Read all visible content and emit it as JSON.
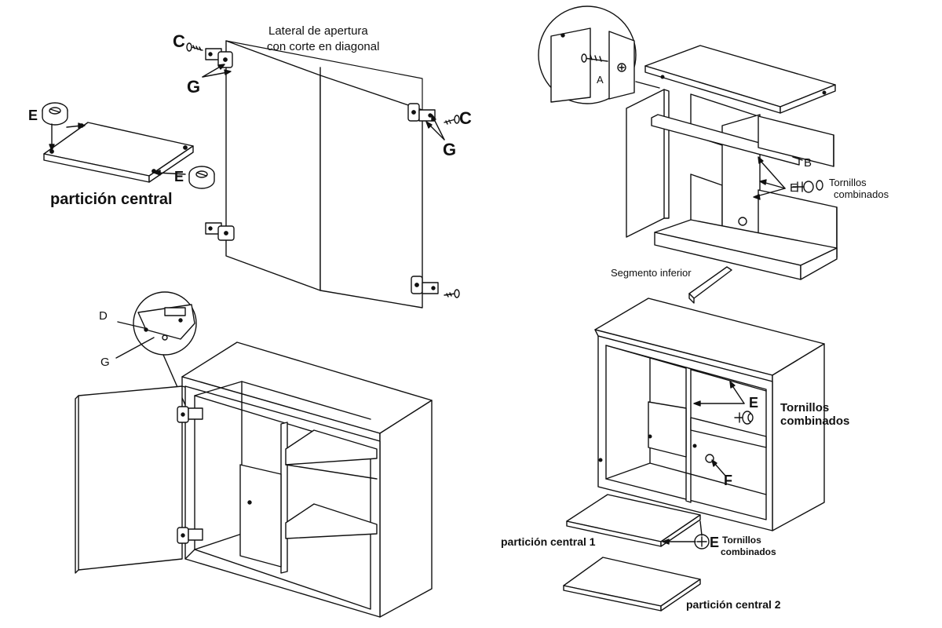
{
  "labels": {
    "lateral_apertura_line1": "Lateral de apertura",
    "lateral_apertura_line2": "con corte en diagonal",
    "particion_central": "partición central",
    "c_top": "C",
    "g_top": "G",
    "c_right": "C",
    "g_right": "G",
    "e_left": "E",
    "e_mid": "E",
    "a": "A",
    "b": "B",
    "e_panel": "E",
    "tornillos_combinados_1_line1": "Tornillos",
    "tornillos_combinados_1_line2": "combinados",
    "segmento_inferior": "Segmento inferior",
    "d": "D",
    "g_bottom": "G",
    "e_cabinet": "E",
    "tornillos_combinados_2_line1": "Tornillos",
    "tornillos_combinados_2_line2": "combinados",
    "f": "F",
    "particion_central_1": "partición central 1",
    "e_shelf": "E",
    "tornillos_combinados_3_line1": "Tornillos",
    "tornillos_combinados_3_line2": "combinados",
    "particion_central_2": "partición central 2"
  },
  "colors": {
    "line": "#111111",
    "fill": "#ffffff",
    "shade": "#d9d9d9"
  }
}
